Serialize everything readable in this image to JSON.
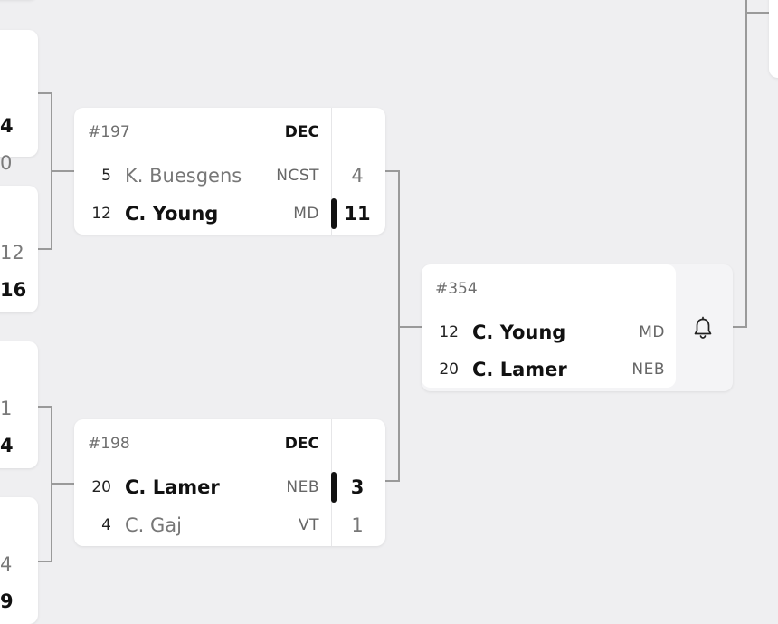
{
  "stubs": [
    {
      "scores": [
        "4",
        "0"
      ],
      "winner": 0
    },
    {
      "scores": [
        "12",
        "16"
      ],
      "winner": 1
    },
    {
      "scores": [
        "1",
        "4"
      ],
      "winner": 1
    },
    {
      "scores": [
        "4",
        "9"
      ],
      "winner": 1
    }
  ],
  "matches": [
    {
      "number": "#197",
      "result": "DEC",
      "rows": [
        {
          "seed": "5",
          "name": "K. Buesgens",
          "team": "NCST",
          "score": "4",
          "winner": false
        },
        {
          "seed": "12",
          "name": "C. Young",
          "team": "MD",
          "score": "11",
          "winner": true
        }
      ]
    },
    {
      "number": "#198",
      "result": "DEC",
      "rows": [
        {
          "seed": "20",
          "name": "C. Lamer",
          "team": "NEB",
          "score": "3",
          "winner": true
        },
        {
          "seed": "4",
          "name": "C. Gaj",
          "team": "VT",
          "score": "1",
          "winner": false
        }
      ]
    }
  ],
  "upcoming": {
    "number": "#354",
    "rows": [
      {
        "seed": "12",
        "name": "C. Young",
        "team": "MD"
      },
      {
        "seed": "20",
        "name": "C. Lamer",
        "team": "NEB"
      }
    ],
    "icon": "bell-icon"
  },
  "colors": {
    "background": "#efeff1",
    "card": "#ffffff",
    "connector": "#9a9a9a",
    "winner_bar": "#111111"
  }
}
